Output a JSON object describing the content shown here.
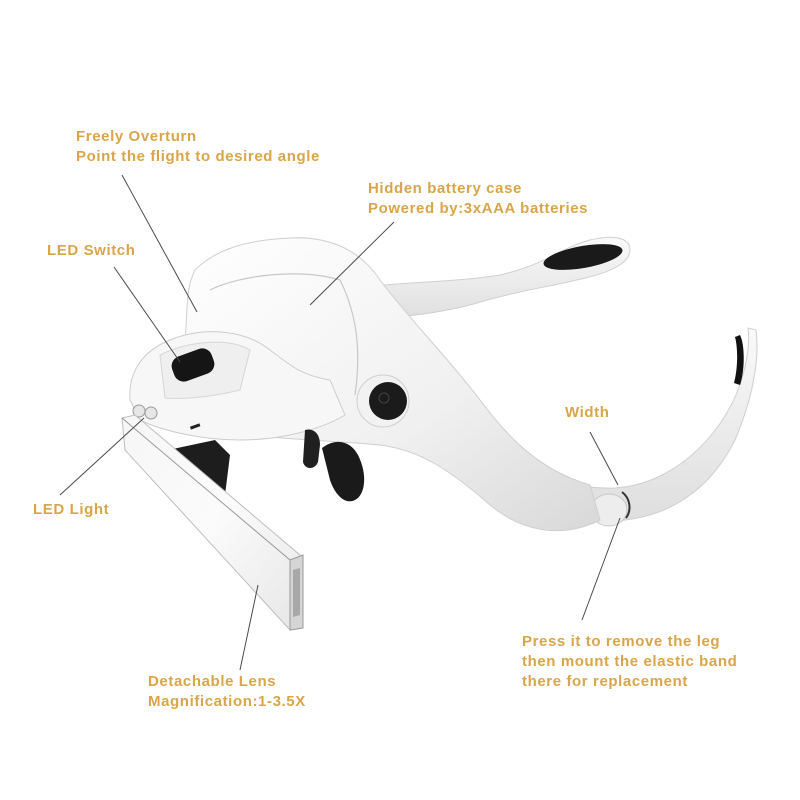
{
  "product": "Head-mounted magnifier with LED light",
  "colors": {
    "label_text": "#d9a54a",
    "leader_line": "#4a4a4a",
    "body_white": "#f4f4f4",
    "body_shade": "#dcdcdc",
    "dark_parts": "#1c1c1c",
    "background": "#ffffff"
  },
  "callouts": {
    "freely_overturn": {
      "line1": "Freely Overturn",
      "line2": "Point the flight to desired angle"
    },
    "battery": {
      "line1": "Hidden battery case",
      "line2": "Powered by:3xAAA batteries"
    },
    "led_switch": {
      "line1": "LED Switch"
    },
    "width": {
      "line1": "Width"
    },
    "led_light": {
      "line1": "LED Light"
    },
    "detachable_lens": {
      "line1": "Detachable Lens",
      "line2": "Magnification:1-3.5X"
    },
    "press_leg": {
      "line1": "Press it to remove the leg",
      "line2": "then mount the elastic band",
      "line3": "there for replacement"
    }
  }
}
